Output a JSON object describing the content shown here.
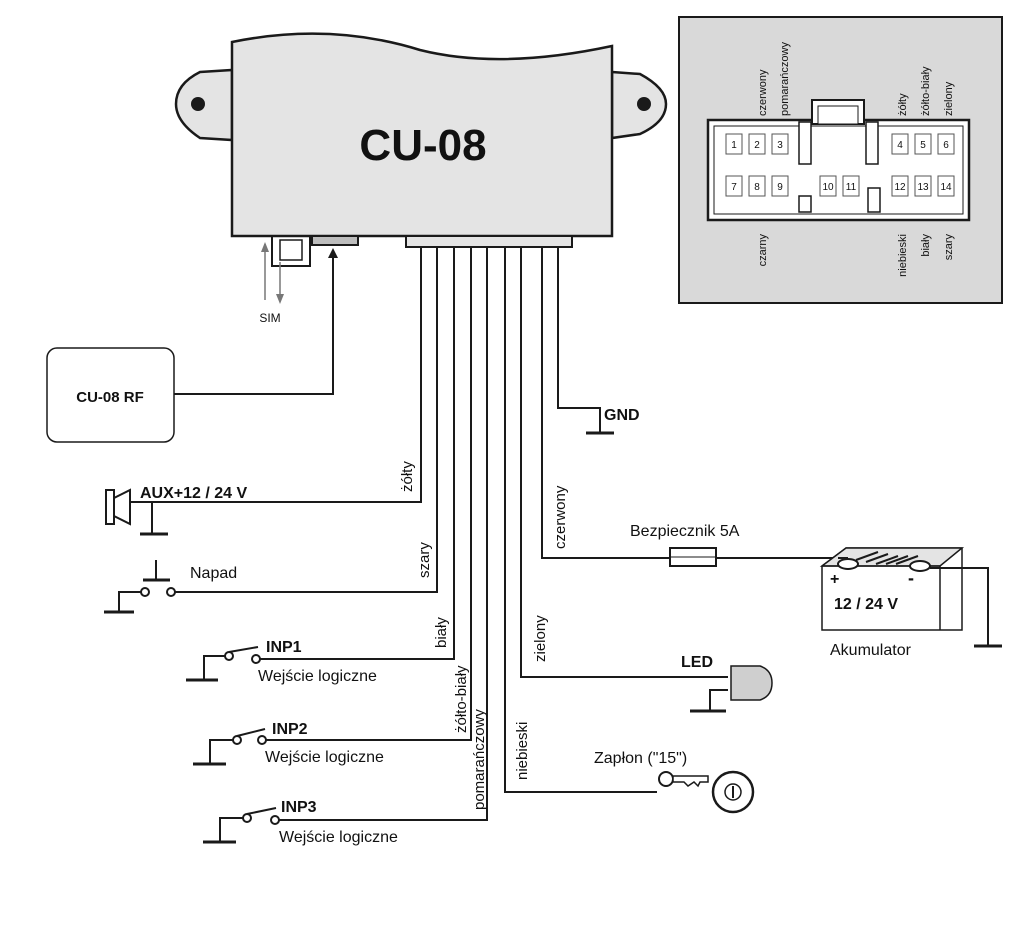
{
  "module": {
    "title": "CU-08",
    "sim_label": "SIM"
  },
  "rf_box": {
    "label": "CU-08 RF"
  },
  "connector": {
    "pins_top": [
      "1",
      "2",
      "3",
      "4",
      "5",
      "6"
    ],
    "pins_bottom": [
      "7",
      "8",
      "9",
      "10",
      "11",
      "12",
      "13",
      "14"
    ],
    "top_labels": [
      "czerwony",
      "pomarańczowy",
      "żółty",
      "żółto-biały",
      "zielony"
    ],
    "bottom_labels": [
      "czarny",
      "niebieski",
      "biały",
      "szary"
    ]
  },
  "wires": {
    "zolty": "żółty",
    "szary": "szary",
    "bialy": "biały",
    "zolto_bialy": "żółto-biały",
    "pomaranczowy": "pomarańczowy",
    "niebieski": "niebieski",
    "zielony": "zielony",
    "czerwony": "czerwony"
  },
  "devices": {
    "gnd": "GND",
    "aux": "AUX+12 / 24 V",
    "napad": "Napad",
    "inp1": "INP1",
    "inp2": "INP2",
    "inp3": "INP3",
    "input_desc": "Wejście logiczne",
    "fuse": "Bezpiecznik 5A",
    "battery_voltage": "12 / 24 V",
    "battery_plus": "+",
    "battery_minus": "-",
    "battery": "Akumulator",
    "led": "LED",
    "ignition": "Zapłon (\"15\")"
  },
  "colors": {
    "module_fill": "#e4e4e4",
    "panel_fill": "#d9d9d9",
    "line": "#1a1a1a"
  }
}
